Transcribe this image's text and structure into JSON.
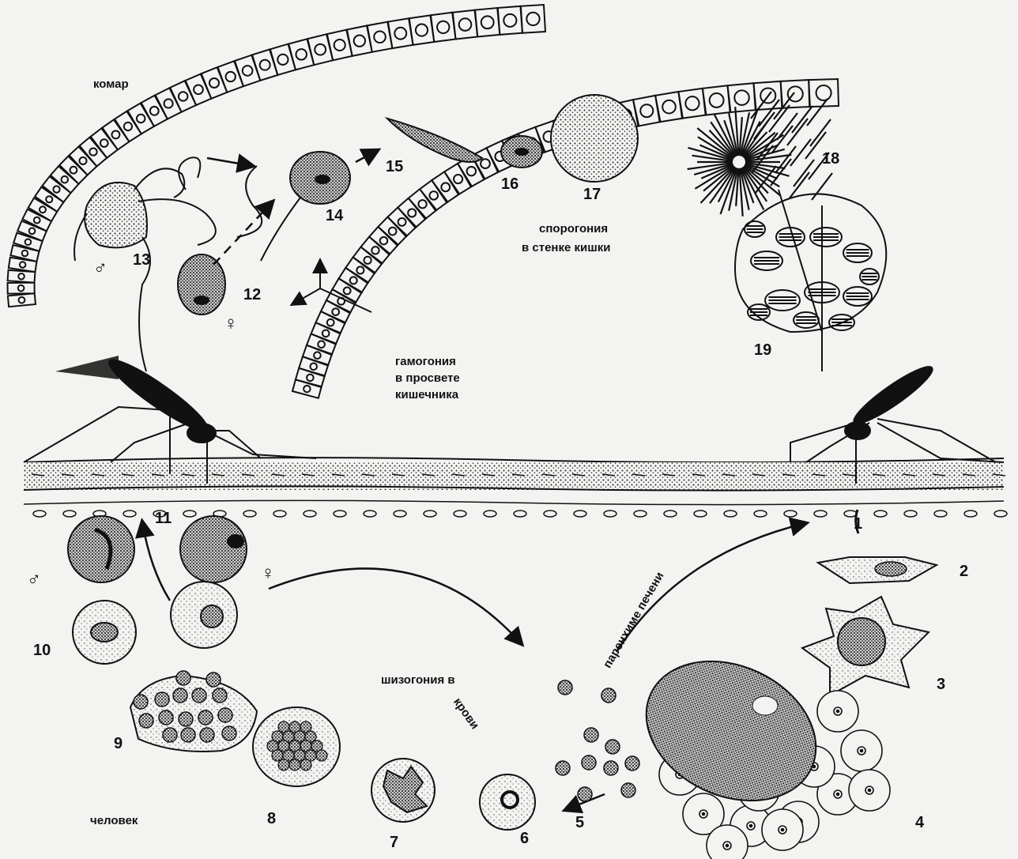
{
  "labels": {
    "mosquito": "комар",
    "human": "человек",
    "gamogony": [
      "гамогония",
      "в просвете",
      "кишечника"
    ],
    "sporogony": [
      "спорогония",
      "в стенке кишки"
    ],
    "schizogony_blood": [
      "шизогония в",
      "крови"
    ],
    "liver_parenchyma": "паренхиме печени"
  },
  "symbols": {
    "male": "♂",
    "female": "♀"
  },
  "stages": [
    "1",
    "2",
    "3",
    "4",
    "5",
    "6",
    "7",
    "8",
    "9",
    "10",
    "11",
    "12",
    "13",
    "14",
    "15",
    "16",
    "17",
    "18",
    "19"
  ],
  "colors": {
    "ink": "#111111",
    "paper": "#f3f3f1"
  }
}
